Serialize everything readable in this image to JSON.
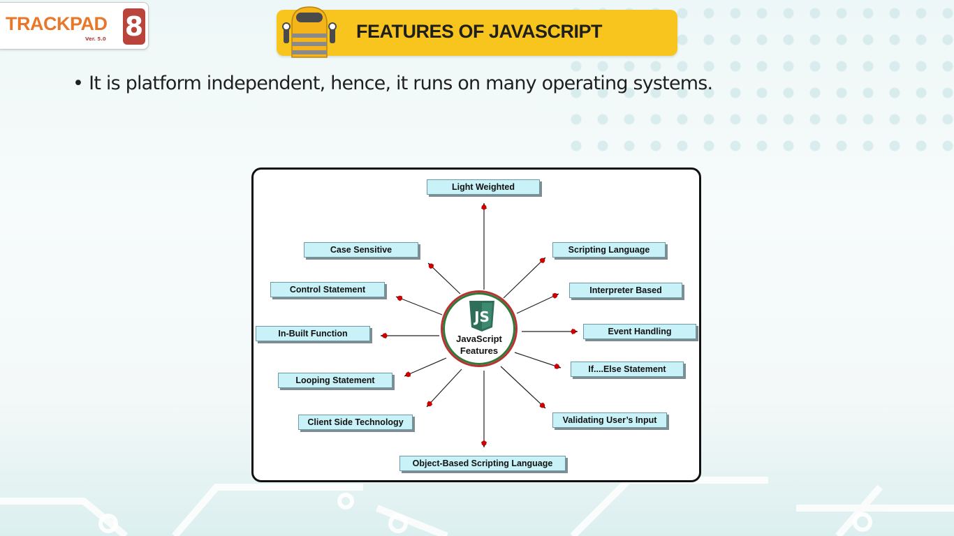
{
  "logo": {
    "brand": "TRACKPAD",
    "version": "Ver. 5.0",
    "level": "8"
  },
  "banner": {
    "title": "FEATURES OF JAVASCRIPT",
    "icon": "robot-icon"
  },
  "bullet": {
    "marker": "•",
    "text": "It is platform independent, hence, it runs on many operating systems."
  },
  "diagram": {
    "center": {
      "label": "JavaScript\nFeatures",
      "logo_text": "JS"
    },
    "features": [
      "Light Weighted",
      "Scripting Language",
      "Interpreter Based",
      "Event Handling",
      "If....Else Statement",
      "Validating User’s Input",
      "Object-Based Scripting Language",
      "Client Side Technology",
      "Looping Statement",
      "In-Built Function",
      "Control Statement",
      "Case Sensitive"
    ]
  },
  "colors": {
    "banner": "#f7c51d",
    "box_fill": "#c9f2f8",
    "circle_outer": "#b83232",
    "circle_inner": "#2f7a3a",
    "arrow_dot": "#cc0000",
    "js_shield": "#2f6f5a"
  }
}
